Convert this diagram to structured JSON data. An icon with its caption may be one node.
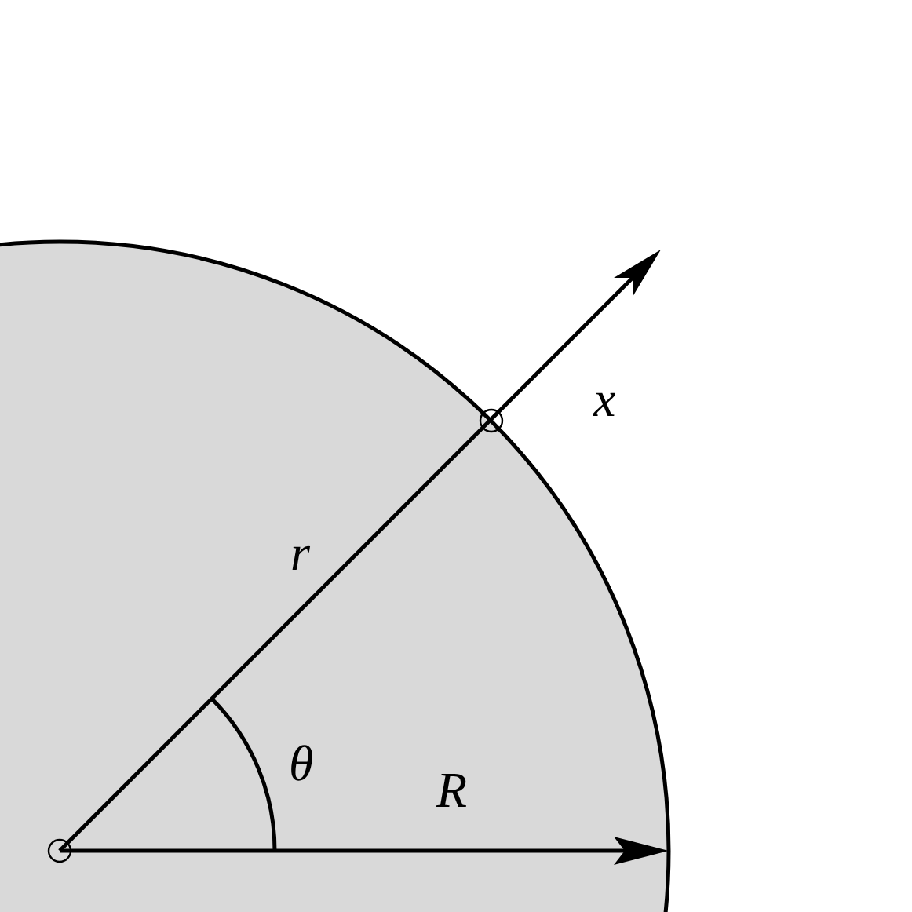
{
  "diagram": {
    "labels": [
      "x",
      "r",
      "θ",
      "R"
    ]
  }
}
